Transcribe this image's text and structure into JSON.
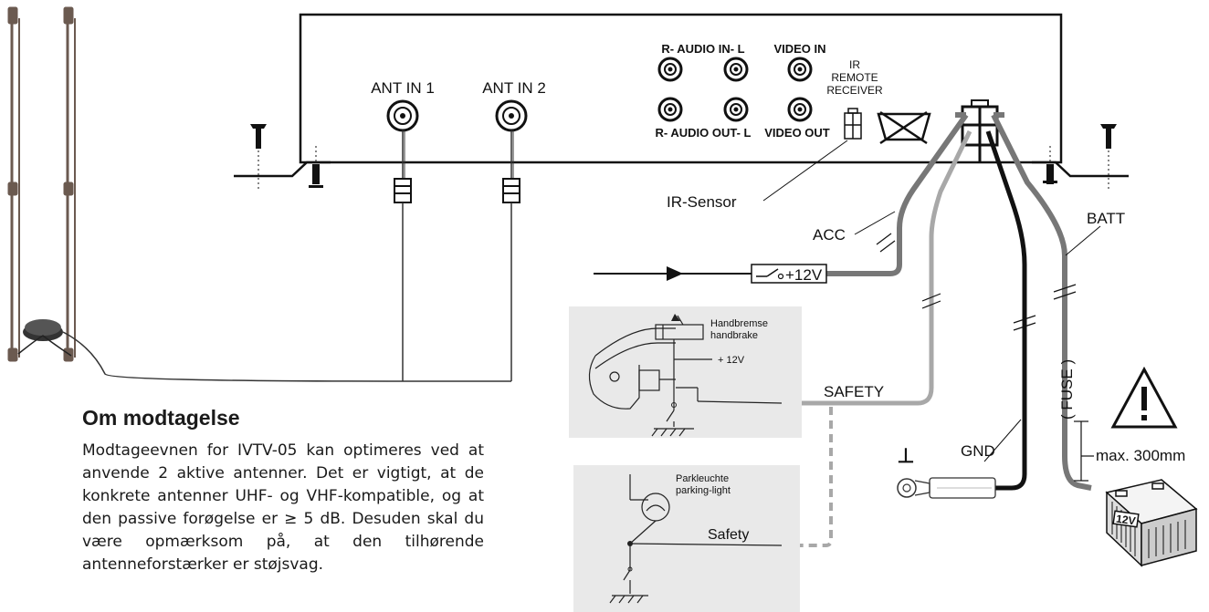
{
  "device": {
    "ant_in_1": "ANT IN 1",
    "ant_in_2": "ANT IN 2",
    "audio_in": "R- AUDIO IN- L",
    "audio_out": "R- AUDIO OUT- L",
    "video_in": "VIDEO IN",
    "video_out": "VIDEO OUT",
    "ir_remote_1": "IR",
    "ir_remote_2": "REMOTE",
    "ir_remote_3": "RECEIVER"
  },
  "wiring": {
    "ir_sensor": "IR-Sensor",
    "acc": "ACC",
    "batt": "BATT",
    "plus12v": "+12V",
    "safety": "SAFETY",
    "gnd": "GND",
    "fuse": "( FUSE )",
    "max_length": "max. 300mm",
    "battery_label": "12V",
    "ground_symbol": "⊥"
  },
  "handbrake_box": {
    "line1": "Handbremse",
    "line2": "handbrake",
    "voltage": "+ 12V"
  },
  "parking_box": {
    "line1": "Parkleuchte",
    "line2": "parking-light",
    "safety": "Safety"
  },
  "info": {
    "heading": "Om modtagelse",
    "body": "Modtageevnen for IVTV-05 kan optimeres ved at anvende 2 aktive antenner. Det er vigtigt, at de konkrete antenner UHF- og VHF-kompatible, og at den passive forøgelse er ≥ 5 dB. Desuden skal du være opmærksom på, at den tilhørende antenneforstærker er støjsvag."
  },
  "colors": {
    "line": "#111111",
    "gray_wire": "#777777",
    "light_wire": "#a8a8a8",
    "antenna": "#6b5a50",
    "panel_bg": "#e9e9e9"
  },
  "icons": [
    "warning-triangle-icon",
    "battery-icon",
    "ground-symbol-icon",
    "screw-icon"
  ]
}
